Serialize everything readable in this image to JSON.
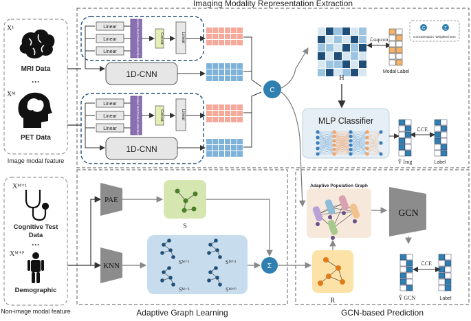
{
  "sections": {
    "imaging_title": "Imaging Modality Representation Extraction",
    "adaptive_graph_title": "Adaptive Graph Learning",
    "gcn_prediction_title": "GCN-based Prediction",
    "image_modal_caption": "Image modal feature",
    "non_image_modal_caption": "Non-image modal feature"
  },
  "left_panel": {
    "mri_sup": "X¹",
    "mri_label": "MRI Data",
    "dots": "···",
    "pet_sup": "Xᴹ",
    "pet_label": "PET Data",
    "cog_sup": "Xᴹ⁺¹",
    "cog_label_1": "Cognitive Test",
    "cog_label_2": "Data",
    "dem_sup": "Xᴹ⁺ᴾ",
    "dem_label": "Demographic"
  },
  "encoder": {
    "linear": "Linear",
    "attention": "Scaled Dot Product Attention",
    "concat": "Concat",
    "cnn": "1D-CNN"
  },
  "fusion": {
    "concat_symbol": "C",
    "h_label": "H",
    "loss_supcon": "ℒsupcon",
    "modal_label": "Modal Label",
    "legend_c_label": "Concatenation",
    "legend_sigma_label": "Weighted sum",
    "legend_sigma_symbol": "Σ"
  },
  "classifier": {
    "mlp_label": "MLP Classifier",
    "loss_ce": "ℒCE",
    "y_img": "Ŷ Img",
    "label": "Label"
  },
  "graph": {
    "pae": "PAE",
    "knn": "KNN",
    "s_label": "S",
    "s_m1": "Sᴹ⁺¹",
    "s_m2": "Sᴹ⁺²",
    "s_m3": "Sᴹ⁻³",
    "s_mp": "Sᴹ⁺ᴾ",
    "sigma": "Σ",
    "r_label": "R"
  },
  "gcn": {
    "population_graph": "Adaptive Population Graph",
    "gcn_label": "GCN",
    "loss_ce": "ℒCE",
    "y_gcn": "Ŷ GCN",
    "label": "Label"
  },
  "colors": {
    "navy": "#1f4e79",
    "teal": "#2f7fb0",
    "salmon": "#f4a99a",
    "blue_cell": "#7fb2d8",
    "green_box": "#d6e6b0",
    "blue_box": "#c7dcec",
    "orange_box": "#fde2a8",
    "purple": "#8b6fb3"
  }
}
